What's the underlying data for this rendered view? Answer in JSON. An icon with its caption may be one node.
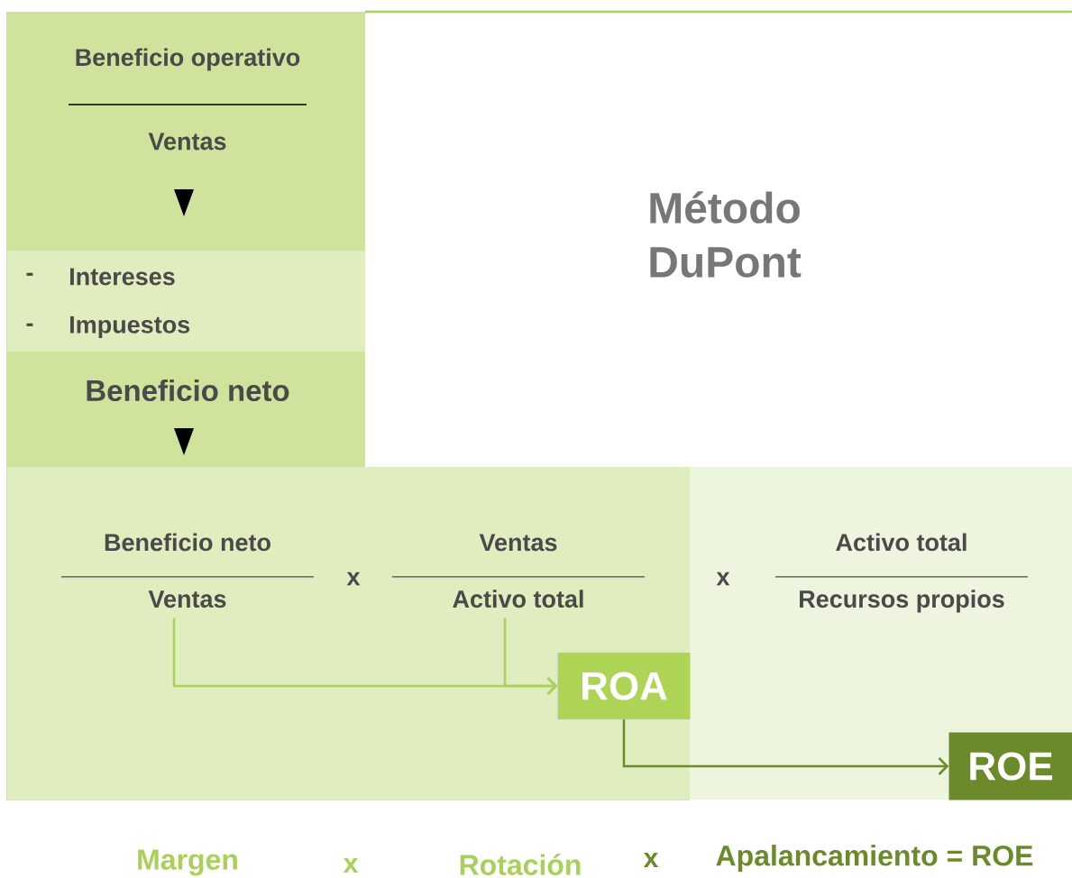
{
  "diagram": {
    "title": "Método DuPont",
    "nodes": [
      {
        "text": [
          "Beneficio operativo",
          "Ventas"
        ]
      },
      {
        "text": [
          "-",
          "Intereses",
          "-",
          "Impuestos"
        ]
      },
      {
        "text": [
          "Beneficio neto"
        ]
      },
      {
        "text": [],
        "shape": "box"
      },
      {
        "text": [],
        "shape": "box"
      },
      {
        "text": [
          "Beneficio neto",
          "Ventas"
        ],
        "in": 3
      },
      {
        "text": [
          "Ventas",
          "Activo total"
        ],
        "in": 3
      },
      {
        "text": [
          "Activo total",
          "Recursos propios"
        ],
        "in": 4
      },
      {
        "text": [
          "ROA"
        ],
        "in": 3
      },
      {
        "text": [
          "ROE"
        ],
        "in": 4
      }
    ],
    "edges": [
      {
        "from": 5,
        "to": 8,
        "arrow": "to"
      },
      {
        "from": 6,
        "to": 8,
        "arrow": "to"
      },
      {
        "from": 8,
        "to": 9,
        "arrow": "to",
        "color": "#6b8a2a"
      }
    ],
    "labels": [
      "x",
      "x",
      "Margen",
      "x",
      "Rotación",
      "x",
      "Apalancamiento = ROE"
    ]
  }
}
